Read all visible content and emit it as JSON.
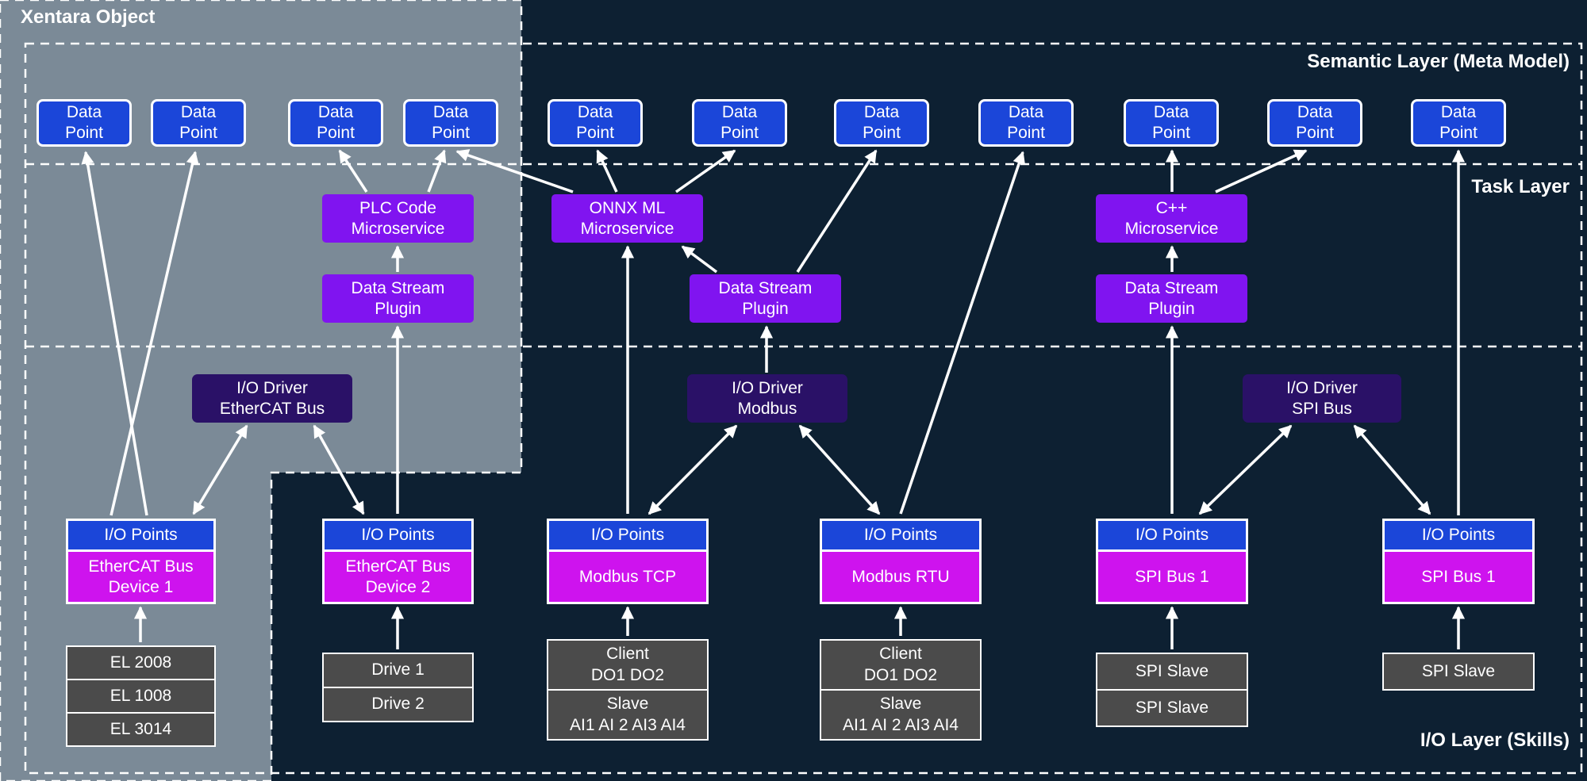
{
  "title": "Xentara Object",
  "layers": {
    "semantic": "Semantic Layer (Meta Model)",
    "task": "Task Layer",
    "io": "I/O Layer (Skills)"
  },
  "colors": {
    "background": "#0d2032",
    "xentara_region": "#7b8a97",
    "data_point": "#1b46d9",
    "service": "#8014f0",
    "io_driver": "#2a1167",
    "device": "#ce13ee",
    "hardware": "#4b4b4b",
    "arrow": "#ffffff"
  },
  "data_points": [
    "Data\nPoint",
    "Data\nPoint",
    "Data\nPoint",
    "Data\nPoint",
    "Data\nPoint",
    "Data\nPoint",
    "Data\nPoint",
    "Data\nPoint",
    "Data\nPoint",
    "Data\nPoint",
    "Data\nPoint"
  ],
  "task_boxes": {
    "plc": "PLC Code\nMicroservice",
    "stream_left": "Data Stream\nPlugin",
    "onnx": "ONNX ML\nMicroservice",
    "stream_mid": "Data Stream\nPlugin",
    "cpp": "C++\nMicroservice",
    "stream_right": "Data Stream\nPlugin"
  },
  "drivers": {
    "ethercat": "I/O Driver\nEtherCAT Bus",
    "modbus": "I/O Driver\nModbus",
    "spi": "I/O Driver\nSPI Bus"
  },
  "io_stacks": [
    {
      "header": "I/O Points",
      "device": "EtherCAT Bus\nDevice 1"
    },
    {
      "header": "I/O Points",
      "device": "EtherCAT Bus\nDevice 2"
    },
    {
      "header": "I/O Points",
      "device": "Modbus TCP"
    },
    {
      "header": "I/O Points",
      "device": "Modbus RTU"
    },
    {
      "header": "I/O Points",
      "device": "SPI Bus 1"
    },
    {
      "header": "I/O Points",
      "device": "SPI Bus 1"
    }
  ],
  "hardware": {
    "ethercat1": [
      "EL 2008",
      "EL 1008",
      "EL 3014"
    ],
    "ethercat2": [
      "Drive 1",
      "Drive 2"
    ],
    "modbus_tcp": [
      "Client\nDO1 DO2",
      "Slave\nAI1 AI 2 AI3 AI4"
    ],
    "modbus_rtu": [
      "Client\nDO1 DO2",
      "Slave\nAI1 AI 2 AI3 AI4"
    ],
    "spi1": [
      "SPI Slave",
      "SPI Slave"
    ],
    "spi2": [
      "SPI Slave"
    ]
  }
}
